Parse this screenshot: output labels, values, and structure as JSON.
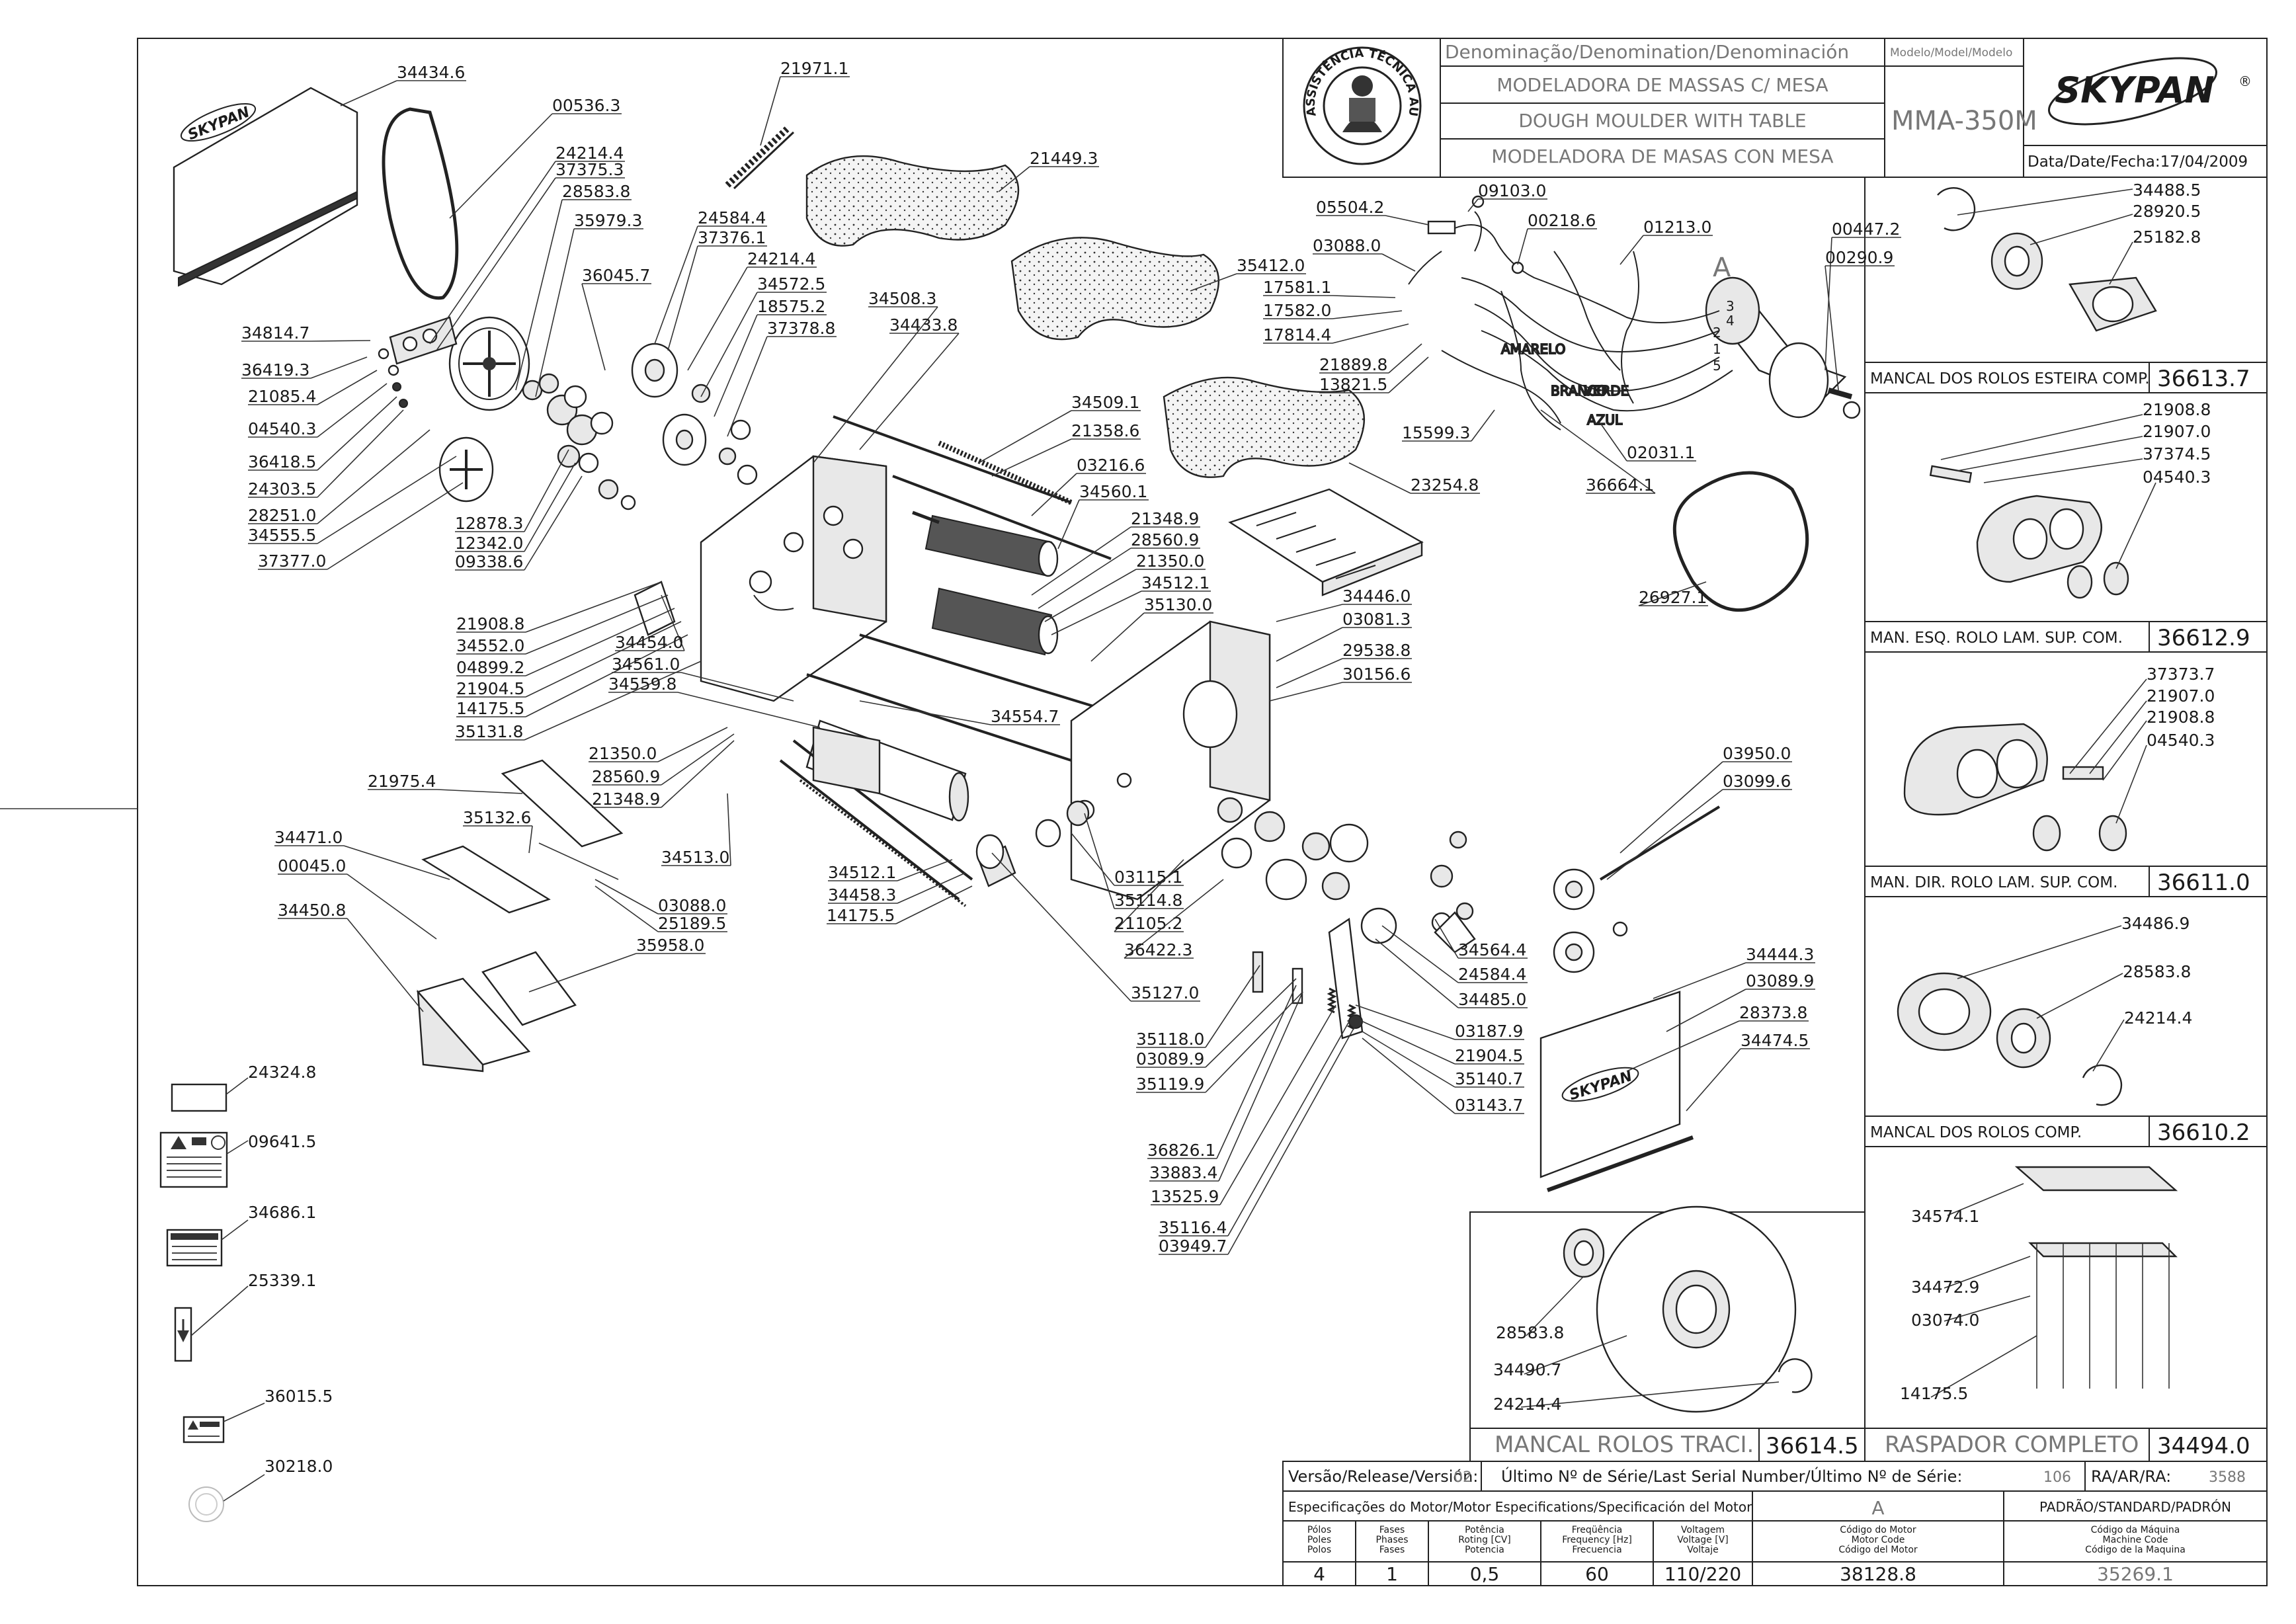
{
  "title_block": {
    "denomination_header": "Denominação/Denomination/Denominación",
    "model_header": "Modelo/Model/Modelo",
    "name_pt": "MODELADORA DE MASSAS C/ MESA",
    "name_en": "DOUGH MOULDER WITH TABLE",
    "name_es": "MODELADORA DE MASAS CON MESA",
    "model": "MMA-350M",
    "brand": "SKYPAN",
    "date": "Data/Date/Fecha:17/04/2009",
    "seal_text": "ASSISTÊNCIA TÉCNICA AUTORIZADA"
  },
  "subassemblies": [
    {
      "name": "MANCAL DOS ROLOS ESTEIRA COMP.",
      "code": "36613.7",
      "parts": [
        "34488.5",
        "28920.5",
        "25182.8"
      ]
    },
    {
      "name": "MAN. ESQ. ROLO LAM. SUP. COM.",
      "code": "36612.9",
      "parts": [
        "21908.8",
        "21907.0",
        "37374.5",
        "04540.3"
      ]
    },
    {
      "name": "MAN. DIR. ROLO LAM. SUP. COM.",
      "code": "36611.0",
      "parts": [
        "37373.7",
        "21907.0",
        "21908.8",
        "04540.3"
      ]
    },
    {
      "name": "MANCAL DOS ROLOS COMP.",
      "code": "36610.2",
      "parts": [
        "34486.9",
        "28583.8",
        "24214.4"
      ]
    },
    {
      "name": "RASPADOR COMPLETO",
      "code": "34494.0",
      "parts": [
        "34574.1",
        "34472.9",
        "03074.0",
        "14175.5"
      ]
    },
    {
      "name": "MANCAL ROLOS TRACI.",
      "code": "36614.5",
      "parts": [
        "28583.8",
        "34490.7",
        "24214.4"
      ]
    }
  ],
  "release": {
    "version_label": "Versão/Release/Versión:",
    "version": "02",
    "serial_label": "Último Nº de Série/Last Serial Number/Último Nº de Série:",
    "serial": "106",
    "ra_label": "RA/AR/RA:",
    "ra": "3588"
  },
  "motor_spec": {
    "header": "Especificações do Motor/Motor Especifications/Specificación del Motor",
    "motor_letter": "A",
    "standard": "PADRÃO/STANDARD/PADRÓN",
    "columns": [
      {
        "label": "Pólos\nPoles\nPolos",
        "value": "4"
      },
      {
        "label": "Fases\nPhases\nFases",
        "value": "1"
      },
      {
        "label": "Potência\nRoting [CV]\nPotencia",
        "value": "0,5"
      },
      {
        "label": "Freqüência\nFrequency [Hz]\nFrecuencia",
        "value": "60"
      },
      {
        "label": "Voltagem\nVoltage [V]\nVoltaje",
        "value": "110/220"
      },
      {
        "label": "Código do Motor\nMotor Code\nCódigo del Motor",
        "value": "38128.8"
      },
      {
        "label": "Código da Máquina\nMachine Code\nCódigo de la Maquina",
        "value": "35269.1"
      }
    ]
  },
  "labels": {
    "top_left": [
      "34434.6",
      "00536.3",
      "24214.4",
      "37375.3",
      "28583.8",
      "35979.3",
      "36045.7",
      "34814.7",
      "36419.3",
      "21085.4",
      "04540.3",
      "36418.5",
      "24303.5",
      "28251.0",
      "34555.5",
      "37377.0",
      "12878.3",
      "12342.0",
      "09338.6"
    ],
    "center": [
      "21971.1",
      "21449.3",
      "24584.4",
      "37376.1",
      "24214.4",
      "34572.5",
      "18575.2",
      "37378.8",
      "34508.3",
      "34433.8",
      "35412.0",
      "34509.1",
      "21358.6",
      "03216.6",
      "34560.1",
      "21348.9",
      "28560.9",
      "21350.0",
      "34512.1",
      "35130.0",
      "34446.0",
      "03081.3",
      "29538.8",
      "30156.6"
    ],
    "left_mid": [
      "21908.8",
      "34552.0",
      "04899.2",
      "21904.5",
      "14175.5",
      "35131.8",
      "34454.0",
      "34561.0",
      "34559.8",
      "34554.7",
      "21350.0",
      "28560.9",
      "21348.9",
      "21975.4",
      "35132.6",
      "34471.0",
      "00045.0",
      "34450.8",
      "03088.0",
      "25189.5",
      "35958.0",
      "34513.0",
      "34512.1",
      "34458.3",
      "14175.5"
    ],
    "lower_center": [
      "03115.1",
      "35114.8",
      "21105.2",
      "36422.3",
      "35127.0",
      "35118.0",
      "03089.9",
      "35119.9",
      "34564.4",
      "24584.4",
      "34485.0",
      "03187.9",
      "21904.5",
      "35140.7",
      "03143.7",
      "36826.1",
      "33883.4",
      "13525.9",
      "35116.4",
      "03949.7",
      "03950.0",
      "03099.6",
      "34444.3",
      "03089.9",
      "28373.8",
      "34474.5"
    ],
    "wiring": [
      "05504.2",
      "09103.0",
      "00218.6",
      "03088.0",
      "17581.1",
      "17582.0",
      "17814.4",
      "21889.8",
      "13821.5",
      "15599.3",
      "36664.1",
      "01213.0",
      "00447.2",
      "00290.9",
      "02031.1",
      "26927.1",
      "23254.8"
    ],
    "wire_colors": [
      "AMARELO",
      "BRANCO",
      "VERDE",
      "AZUL"
    ],
    "motor_tag": "A",
    "terminals": [
      "3",
      "4",
      "2",
      "1",
      "5"
    ],
    "stickers": [
      "24324.8",
      "09641.5",
      "34686.1",
      "25339.1",
      "36015.5",
      "30218.0"
    ]
  }
}
